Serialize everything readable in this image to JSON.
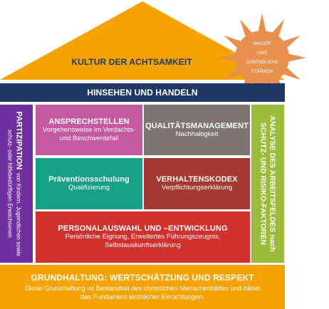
{
  "kultur": {
    "title": "KULTUR DER ACHTSAMKEIT"
  },
  "sun": {
    "line1": "KINDER",
    "line2": "UND",
    "line3": "JUGENDLICHE",
    "line4": "STÄRKEN"
  },
  "hinsehen": {
    "title": "HINSEHEN UND HANDELN"
  },
  "partizipation": {
    "title": "PARTIZIPATION",
    "text_a": "von Kindern, Jugendlichen sowie",
    "text_b": "schutz- oder hilfebedürftigen Erwachsenen"
  },
  "analyse": {
    "line1": "ANALYSE DES ARBEITSFELDES nach",
    "line2": "SCHUTZ- UND RISIKO-FAKTOREN"
  },
  "ansprechstellen": {
    "title": "ANSPRECHSTELLEN",
    "line1": "Vorgehensweise im Verdachts-",
    "line2": "und Beschwerdefall"
  },
  "qualitaet": {
    "title": "QUALITÄTSMANAGEMENT",
    "line1": "Nachhaltigkeit"
  },
  "praevention": {
    "title": "Präventionsschulung",
    "line1": "Qualifizierung"
  },
  "verhaltenskodex": {
    "title": "VERHALTENSKODEX",
    "line1": "Verpflichtungserklärung"
  },
  "personal": {
    "title": "PERSONALAUSWAHL UND –ENTWICKLUNG",
    "line1": "Persönliche Eignung, Erweitertes Führungszeugnis,",
    "line2": "Selbstauskunftserklärung"
  },
  "grundhaltung": {
    "title": "GRUNDHALTUNG: WERTSCHÄTZUNG UND RESPEKT",
    "line1": "Diese Grundhaltung ist Bestandteil des christlichen Menschenbildes und bildet",
    "line2": "das Fundament kirchlicher Einrichtungen."
  },
  "colors": {
    "roof": "#f4a300",
    "navy": "#1f3864",
    "purple": "#7030a0",
    "green": "#9bbb3b",
    "pink": "#c55aa0",
    "gray": "#7f7471",
    "teal": "#16a085",
    "brown": "#a4392f",
    "red": "#d0312d",
    "sun": "#e8914f"
  }
}
